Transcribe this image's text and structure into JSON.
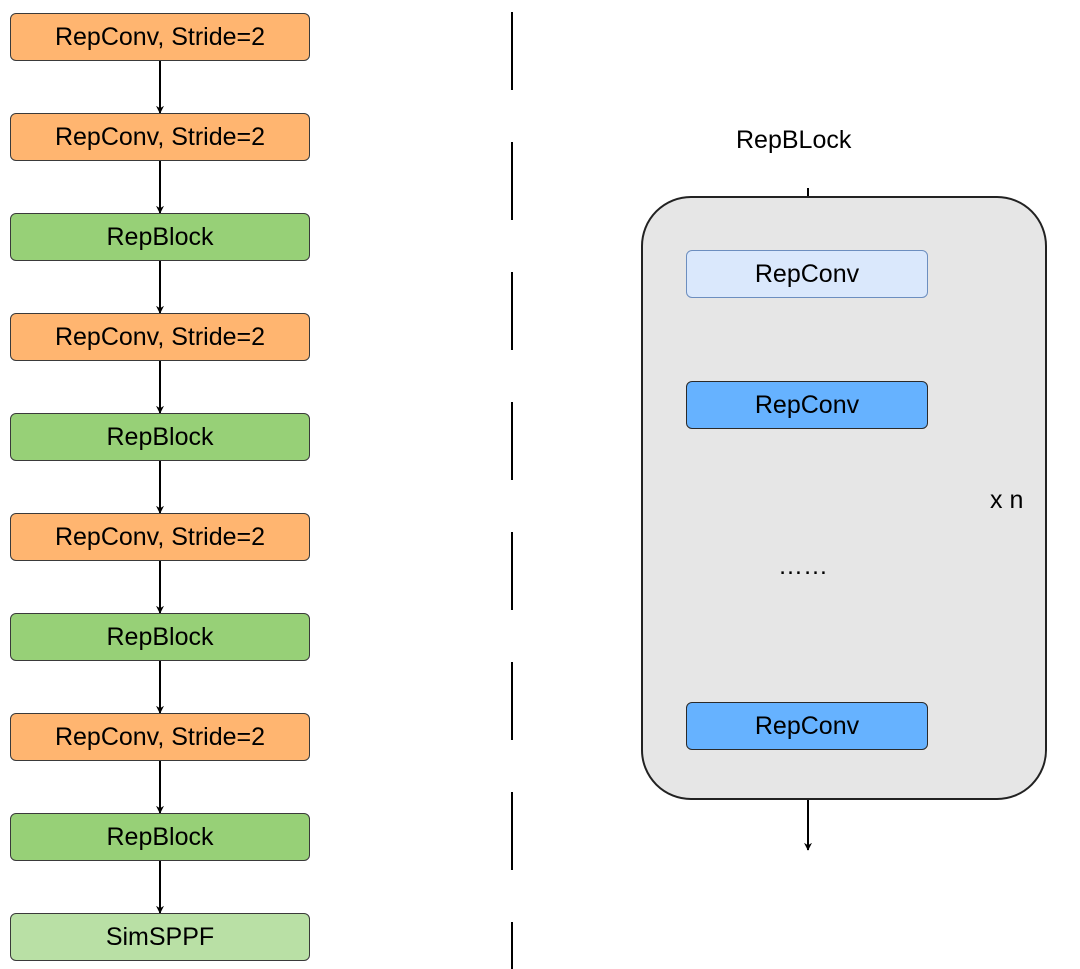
{
  "backbone": {
    "nodes": [
      {
        "label": "RepConv, Stride=2",
        "kind": "repconv-stride"
      },
      {
        "label": "RepConv, Stride=2",
        "kind": "repconv-stride"
      },
      {
        "label": "RepBlock",
        "kind": "repblock"
      },
      {
        "label": "RepConv, Stride=2",
        "kind": "repconv-stride"
      },
      {
        "label": "RepBlock",
        "kind": "repblock"
      },
      {
        "label": "RepConv, Stride=2",
        "kind": "repconv-stride"
      },
      {
        "label": "RepBlock",
        "kind": "repblock"
      },
      {
        "label": "RepConv, Stride=2",
        "kind": "repconv-stride"
      },
      {
        "label": "RepBlock",
        "kind": "repblock"
      },
      {
        "label": "SimSPPF",
        "kind": "simsppf"
      }
    ]
  },
  "repblock_detail": {
    "title": "RepBLock",
    "first": "RepConv",
    "second": "RepConv",
    "ellipsis": "……",
    "last": "RepConv",
    "repeat_label": "x n"
  },
  "colors": {
    "repconv_stride": "#FFB570",
    "repblock": "#97D077",
    "simsppf": "#B9E0A5",
    "repconv_first": "#DAE8FC",
    "repconv": "#66B2FF",
    "container": "#E6E6E6"
  }
}
